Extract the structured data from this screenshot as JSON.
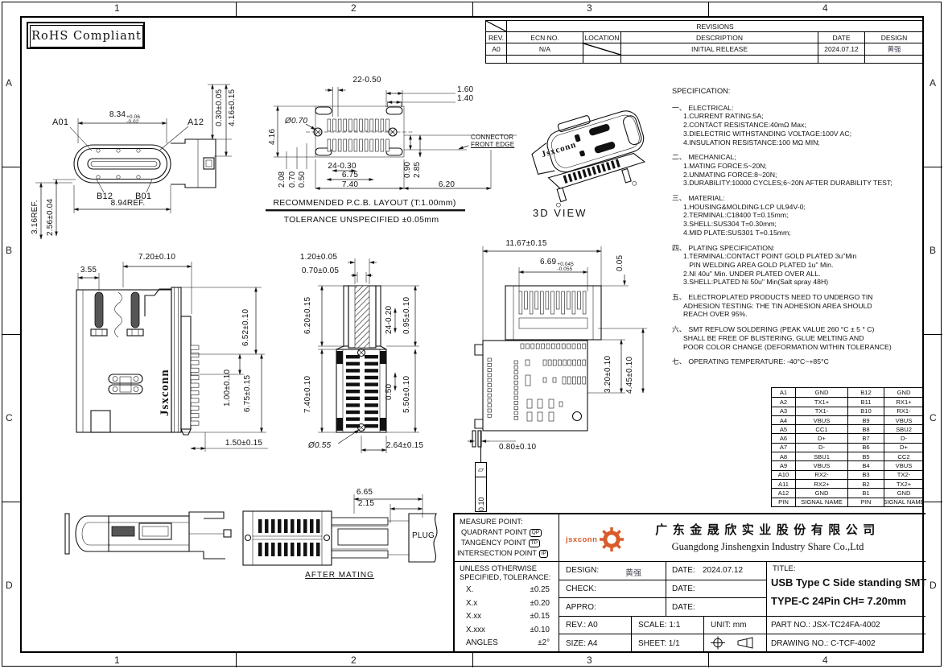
{
  "sheet": {
    "zone_cols": [
      "1",
      "2",
      "3",
      "4"
    ],
    "zone_rows": [
      "A",
      "B",
      "C",
      "D"
    ],
    "rohs": "RoHS Compliant"
  },
  "revisions": {
    "title": "REVISIONS",
    "headers": [
      "REV.",
      "ECN NO.",
      "LOCATION",
      "DESCRIPTION",
      "DATE",
      "DESIGN"
    ],
    "row": {
      "rev": "A0",
      "ecn": "N/A",
      "description": "INITIAL RELEASE",
      "date": "2024.07.12",
      "design": "黄强"
    }
  },
  "specification": {
    "title": "SPECIFICATION:",
    "sections": [
      {
        "num": "一、",
        "head": "ELECTRICAL:",
        "items": [
          "1.CURRENT RATING:5A;",
          "2.CONTACT RESISTANCE:40mΩ Max;",
          "3.DIELECTRIC WITHSTANDING VOLTAGE:100V AC;",
          "4.INSULATION RESISTANCE:100 MΩ MIN;"
        ]
      },
      {
        "num": "二、",
        "head": "MECHANICAL;",
        "items": [
          "1.MATING FORCE:5~20N;",
          "2.UNMATING FORCE:8~20N;",
          "3.DURABILITY:10000 CYCLES;6~20N AFTER DURABILITY TEST;"
        ]
      },
      {
        "num": "三、",
        "head": "MATERIAL:",
        "items": [
          "1.HOUSING&MOLDING:LCP UL94V-0;",
          "2.TERMINAL:C18400 T=0.15mm;",
          "3.SHELL:SUS304 T=0.30mm;",
          "4.MID PLATE:SUS301 T=0.15mm;"
        ]
      },
      {
        "num": "四、",
        "head": "PLATING SPECIFICATION:",
        "items": [
          "1.TERMINAL:CONTACT POINT GOLD PLATED 3u\"Min",
          "   PIN WELDING AREA GOLD PLATED 1u\" Min.",
          "2.NI 40u\" Min. UNDER PLATED OVER ALL.",
          "3.SHELL:PLATED Ni 50u\" Min(Salt spray 48H)"
        ]
      },
      {
        "num": "五、",
        "head": "ELECTROPLATED PRODUCTS NEED TO UNDERGO TIN",
        "items": [
          "ADHESION TESTING: THE TIN ADHESION AREA SHOULD",
          "REACH OVER 95%."
        ]
      },
      {
        "num": "六、",
        "head": "SMT REFLOW SOLDERING (PEAK VALUE 260 °C ± 5 ° C)",
        "items": [
          "SHALL BE FREE OF BLISTERING, GLUE MELTING AND",
          "POOR COLOR CHANGE (DEFORMATION WITHIN TOLERANCE)"
        ]
      },
      {
        "num": "七、",
        "head": "OPERATING TEMPERATURE: -40°C~+85°C",
        "items": []
      }
    ]
  },
  "pin_table": {
    "rows": [
      [
        "A1",
        "GND",
        "B12",
        "GND"
      ],
      [
        "A2",
        "TX1+",
        "B11",
        "RX1+"
      ],
      [
        "A3",
        "TX1-",
        "B10",
        "RX1-"
      ],
      [
        "A4",
        "VBUS",
        "B9",
        "VBUS"
      ],
      [
        "A5",
        "CC1",
        "B8",
        "SBU2"
      ],
      [
        "A6",
        "D+",
        "B7",
        "D-"
      ],
      [
        "A7",
        "D-",
        "B6",
        "D+"
      ],
      [
        "A8",
        "SBU1",
        "B5",
        "CC2"
      ],
      [
        "A9",
        "VBUS",
        "B4",
        "VBUS"
      ],
      [
        "A10",
        "RX2-",
        "B3",
        "TX2-"
      ],
      [
        "A11",
        "RX2+",
        "B2",
        "TX2+"
      ],
      [
        "A12",
        "GND",
        "B1",
        "GND"
      ],
      [
        "PIN",
        "SIGNAL NAME",
        "PIN",
        "SIGNAL NAME"
      ]
    ]
  },
  "views": {
    "front": {
      "a01": "A01",
      "a12": "A12",
      "b12": "B12",
      "b01": "B01",
      "w_main": "8.34",
      "w_tol_p": "+0.06",
      "w_tol_m": "-0.02",
      "w_ref": "8.94REF.",
      "h_ref": "3.16REF.",
      "h_tol": "2.56±0.04",
      "r1": "0.30±0.05",
      "r2": "4.16±0.15"
    },
    "pcb": {
      "pitch": "22-0.50",
      "p1": "1.60",
      "p2": "1.40",
      "hole": "Ø0.70",
      "v1": "4.16",
      "b1": "2.08",
      "b2": "0.70",
      "b3": "0.50",
      "row": "24-0.30",
      "w1": "6.75",
      "w2": "7.40",
      "r1": "0.90",
      "r2": "2.85",
      "w3": "6.20",
      "edge1": "CONNECTOR",
      "edge2": "FRONT EDGE",
      "cap1": "RECOMMENDED  P.C.B. LAYOUT (T:1.00mm)",
      "cap2": "TOLERANCE UNSPECIFIED ±0.05mm"
    },
    "view3d": {
      "label": "3D VIEW",
      "brand": "Jsxconn"
    },
    "side": {
      "t1": "7.20±0.10",
      "t2": "3.55",
      "r1": "6.52±0.10",
      "r2": "1.00±0.10",
      "r3": "6.75±0.15",
      "b1": "1.50±0.15",
      "brand": "Jsxconn"
    },
    "bottom": {
      "t1": "1.20±0.05",
      "t2": "0.70±0.05",
      "l1": "6.20±0.15",
      "l2": "7.40±0.10",
      "r1": "24-0.20",
      "r2": "0.95±0.10",
      "r3": "0.50",
      "r4": "5.50±0.10",
      "b1": "Ø0.55",
      "b2": "2.64±0.15"
    },
    "rear": {
      "t1": "11.67±0.15",
      "w_main": "6.69",
      "w_tol_p": "+0.045",
      "w_tol_m": "-0.055",
      "r0": "0.05",
      "r1": "3.20±0.10",
      "r2": "4.45±0.10",
      "b1": "0.80±0.10",
      "flatness": "0.10"
    },
    "mating": {
      "d1": "6.65",
      "d2": "2.15",
      "plug": "PLUG",
      "caption": "AFTER MATING"
    }
  },
  "title_block": {
    "measure": {
      "title": "MEASURE POINT:",
      "items": [
        {
          "label": "QUADRANT POINT",
          "badge": "QP"
        },
        {
          "label": "TANGENCY POINT",
          "badge": "TP"
        },
        {
          "label": "INTERSECTION POINT",
          "badge": "IP"
        }
      ]
    },
    "company": {
      "logo_text": "jsxconn",
      "name_cn": "广东金晟欣实业股份有限公司",
      "name_en": "Guangdong Jinshengxin Industry Share Co.,Ltd"
    },
    "tolerance": {
      "title1": "UNLESS OTHERWISE",
      "title2": "SPECIFIED, TOLERANCE:",
      "rows": [
        [
          "X.",
          "±0.25"
        ],
        [
          "X.x",
          "±0.20"
        ],
        [
          "X.xx",
          "±0.15"
        ],
        [
          "X.xxx",
          "±0.10"
        ],
        [
          "ANGLES",
          "±2°"
        ]
      ]
    },
    "approval": {
      "design_label": "DESIGN:",
      "design_value": "黄强",
      "date1_label": "DATE:",
      "date1_value": "2024.07.12",
      "check_label": "CHECK:",
      "date2_label": "DATE:",
      "appro_label": "APPRO:",
      "date3_label": "DATE:"
    },
    "info": {
      "rev": "REV.: A0",
      "scale": "SCALE: 1:1",
      "unit": "UNIT: mm",
      "size": "SIZE: A4",
      "sheet": "SHEET: 1/1"
    },
    "title": {
      "label": "TITLE:",
      "line1": "USB Type C Side standing SMT",
      "line2": "TYPE-C 24Pin  CH= 7.20mm"
    },
    "part_no": "PART NO.: JSX-TC24FA-4002",
    "drawing_no": "DRAWING NO.: C-TCF-4002"
  },
  "colors": {
    "logo_orange": "#d85c2c",
    "ink": "#111111"
  }
}
